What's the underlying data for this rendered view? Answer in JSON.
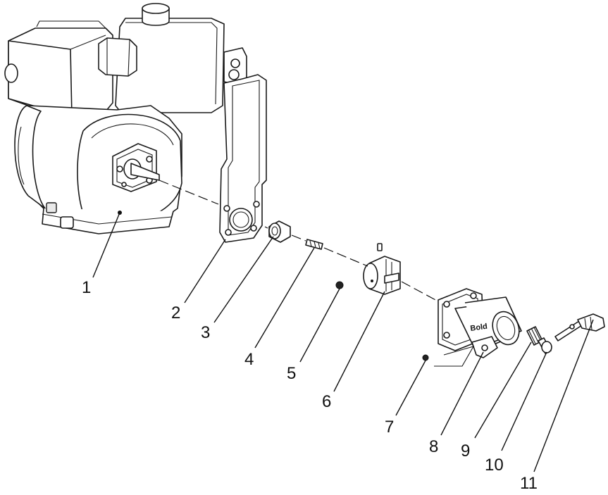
{
  "callouts": [
    {
      "id": "1",
      "text": "1"
    },
    {
      "id": "2",
      "text": "2"
    },
    {
      "id": "3",
      "text": "3"
    },
    {
      "id": "4",
      "text": "4"
    },
    {
      "id": "5",
      "text": "5"
    },
    {
      "id": "6",
      "text": "6"
    },
    {
      "id": "7",
      "text": "7"
    },
    {
      "id": "8",
      "text": "8"
    },
    {
      "id": "9",
      "text": "9"
    },
    {
      "id": "10",
      "text": "10"
    },
    {
      "id": "11",
      "text": "11"
    }
  ],
  "parts": [
    {
      "callout": "1",
      "icon": "engine-icon"
    },
    {
      "callout": "2",
      "icon": "adapter-plate-icon"
    },
    {
      "callout": "3",
      "icon": "bushing-icon"
    },
    {
      "callout": "4",
      "icon": "key-icon"
    },
    {
      "callout": "5",
      "icon": "ball-icon"
    },
    {
      "callout": "6",
      "icon": "coupler-icon"
    },
    {
      "callout": "7",
      "icon": "ball-icon"
    },
    {
      "callout": "8",
      "icon": "housing-icon"
    },
    {
      "callout": "9",
      "icon": "spring-icon"
    },
    {
      "callout": "10",
      "icon": "bolt-icon"
    },
    {
      "callout": "11",
      "icon": "crank-handle-icon"
    }
  ],
  "housing": {
    "stamp": "Bold"
  },
  "colors": {
    "line": "#1a1a1a",
    "background": "#ffffff",
    "shade": "#e9e9e9"
  }
}
